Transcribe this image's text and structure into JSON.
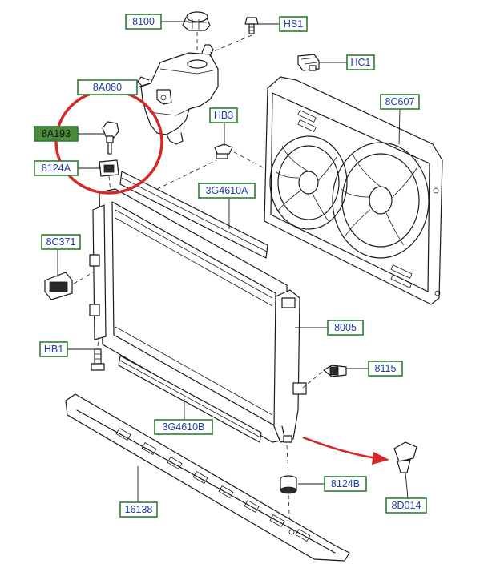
{
  "colors": {
    "callout_border": "#2e7d32",
    "callout_text": "#1a3fa8",
    "callout_highlight_fill": "#4a8a3a",
    "annotation_red": "#d62828"
  },
  "callouts": [
    {
      "id": "8100",
      "label": "8100",
      "part": "expansion-tank-cap"
    },
    {
      "id": "HS1",
      "label": "HS1",
      "part": "screw"
    },
    {
      "id": "HC1",
      "label": "HC1",
      "part": "clip"
    },
    {
      "id": "8A080",
      "label": "8A080",
      "part": "expansion-tank"
    },
    {
      "id": "8C607",
      "label": "8C607",
      "part": "cooling-fan-shroud"
    },
    {
      "id": "HB3",
      "label": "HB3",
      "part": "bolt"
    },
    {
      "id": "8A193",
      "label": "8A193",
      "part": "sensor",
      "highlighted": true
    },
    {
      "id": "8124A",
      "label": "8124A",
      "part": "upper-insulator"
    },
    {
      "id": "3G4610A",
      "label": "3G4610A",
      "part": "upper-air-deflector"
    },
    {
      "id": "8C371",
      "label": "8C371",
      "part": "bracket"
    },
    {
      "id": "8005",
      "label": "8005",
      "part": "radiator"
    },
    {
      "id": "HB1",
      "label": "HB1",
      "part": "bolt"
    },
    {
      "id": "8115",
      "label": "8115",
      "part": "drain-plug"
    },
    {
      "id": "3G4610B",
      "label": "3G4610B",
      "part": "lower-air-deflector"
    },
    {
      "id": "8124B",
      "label": "8124B",
      "part": "lower-insulator"
    },
    {
      "id": "8D014",
      "label": "8D014",
      "part": "pin"
    },
    {
      "id": "16138",
      "label": "16138",
      "part": "lower-support"
    }
  ]
}
